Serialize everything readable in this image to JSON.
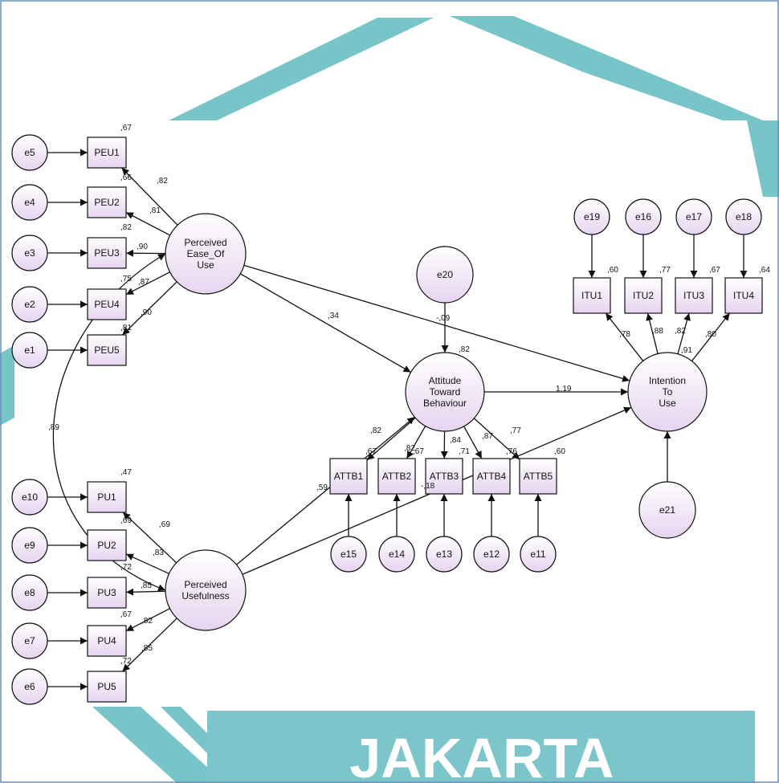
{
  "colors": {
    "node_fill_top": "#ffffff",
    "node_fill_bottom": "#e6d4f0",
    "stroke": "#111111",
    "watermark_teal": "#5fbac0",
    "banner_teal": "#7cc6cb",
    "border_blue": "#6a8fc0"
  },
  "watermark": {
    "text": "JAKARTA"
  },
  "diagram": {
    "latent": {
      "peou": {
        "lines": [
          "Perceived",
          "Ease_Of",
          "Use"
        ]
      },
      "pu": {
        "lines": [
          "Perceived",
          "Usefulness"
        ]
      },
      "atb": {
        "lines": [
          "Attitude",
          "Toward",
          "Behaviour"
        ],
        "r2": ",82"
      },
      "itu": {
        "lines": [
          "Intention",
          "To",
          "Use"
        ]
      }
    },
    "errors": {
      "e1": "e1",
      "e2": "e2",
      "e3": "e3",
      "e4": "e4",
      "e5": "e5",
      "e6": "e6",
      "e7": "e7",
      "e8": "e8",
      "e9": "e9",
      "e10": "e10",
      "e11": "e11",
      "e12": "e12",
      "e13": "e13",
      "e14": "e14",
      "e15": "e15",
      "e16": "e16",
      "e17": "e17",
      "e18": "e18",
      "e19": "e19",
      "e20": "e20",
      "e21": "e21"
    },
    "indicators": {
      "PEU1": {
        "label": "PEU1",
        "r2": ",67",
        "loading": ",82"
      },
      "PEU2": {
        "label": "PEU2",
        "r2": ",66",
        "loading": ",81"
      },
      "PEU3": {
        "label": "PEU3",
        "r2": ",82",
        "loading": ",90"
      },
      "PEU4": {
        "label": "PEU4",
        "r2": ",75",
        "loading": ",87"
      },
      "PEU5": {
        "label": "PEU5",
        "r2": ",81",
        "loading": ",90"
      },
      "PU1": {
        "label": "PU1",
        "r2": ",47",
        "loading": ",69"
      },
      "PU2": {
        "label": "PU2",
        "r2": ",69",
        "loading": ",83"
      },
      "PU3": {
        "label": "PU3",
        "r2": ",72",
        "loading": ",85"
      },
      "PU4": {
        "label": "PU4",
        "r2": ",67",
        "loading": ",82"
      },
      "PU5": {
        "label": "PU5",
        "r2": ",72",
        "loading": ",85"
      },
      "ATTB1": {
        "label": "ATTB1",
        "r2": ",67",
        "loading": ",82"
      },
      "ATTB2": {
        "label": "ATTB2",
        "r2": ",67",
        "loading": ",82"
      },
      "ATTB3": {
        "label": "ATTB3",
        "r2": ",71",
        "loading": ",84"
      },
      "ATTB4": {
        "label": "ATTB4",
        "r2": ",76",
        "loading": ",87"
      },
      "ATTB5": {
        "label": "ATTB5",
        "r2": ",60",
        "loading": ",77"
      },
      "ITU1": {
        "label": "ITU1",
        "r2": ",60",
        "loading": ",78"
      },
      "ITU2": {
        "label": "ITU2",
        "r2": ",77",
        "loading": ",88"
      },
      "ITU3": {
        "label": "ITU3",
        "r2": ",67",
        "loading": ",82"
      },
      "ITU4": {
        "label": "ITU4",
        "r2": ",64",
        "loading": ",80"
      }
    },
    "paths": {
      "peou_atb": ",34",
      "peou_itu": "-,09",
      "pu_atb": ",59",
      "pu_itu": "-,18",
      "atb_itu": "1,19",
      "pu_peou_cov": ",89",
      "e21_itu": ",91"
    }
  }
}
